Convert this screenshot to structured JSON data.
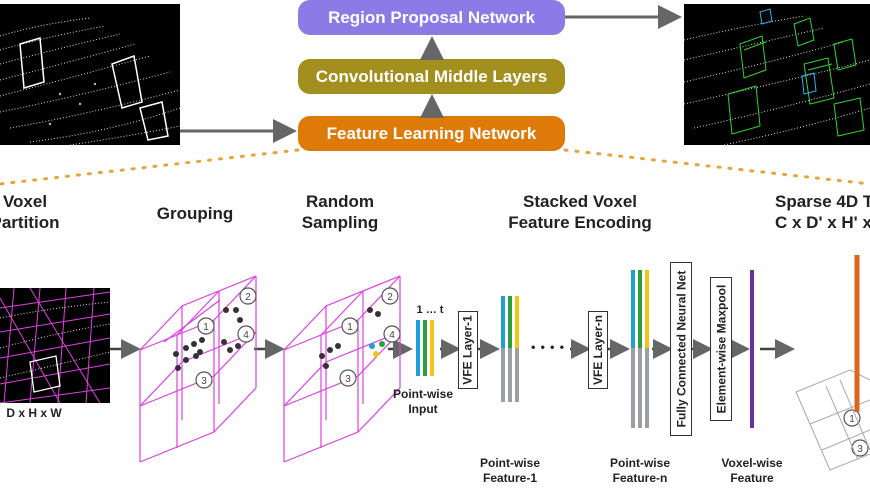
{
  "pipeline": {
    "rpn": "Region Proposal Network",
    "cml": "Convolutional Middle Layers",
    "fln": "Feature Learning Network",
    "colors": {
      "rpn": "#8c7be6",
      "cml": "#a38f1e",
      "fln": "#dd7a08",
      "dots": "#e8a33a",
      "arrow": "#666666"
    }
  },
  "stages": {
    "voxel_partition": "Voxel\nPartition",
    "grouping": "Grouping",
    "random_sampling": "Random\nSampling",
    "svfe": "Stacked Voxel\nFeature Encoding",
    "sparse": "Sparse 4D T\nC x D' x H' x"
  },
  "labels": {
    "dims": "D x H x W",
    "one_to_t": "1 … t",
    "pw_input": "Point-wise\nInput",
    "pw_feature1": "Point-wise\nFeature-1",
    "pw_featuren": "Point-wise\nFeature-n",
    "voxel_feature": "Voxel-wise\nFeature",
    "vfe1": "VFE Layer-1",
    "vfen": "VFE Layer-n",
    "fcnn": "Fully Connected Neural Net",
    "maxpool": "Element-wise Maxpool",
    "ellipsis": "• • • •"
  },
  "region_badges": [
    "1",
    "2",
    "3",
    "4"
  ],
  "feature_colors": [
    "#1d9fd8",
    "#2b9e3f",
    "#f2c418",
    "#9d9da5"
  ],
  "voxel_color": "#6c2f9e",
  "sparse_color": "#d8681e",
  "grid_color": "#e040e0"
}
